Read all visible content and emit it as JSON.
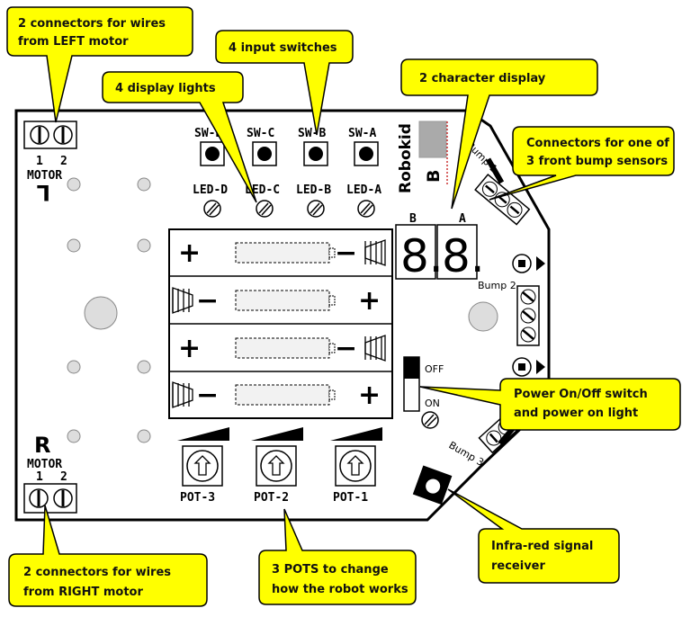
{
  "callouts": {
    "left_motor": [
      "2 connectors for wires",
      "from LEFT motor"
    ],
    "input_switches": [
      "4 input switches"
    ],
    "display_lights": [
      "4 display lights"
    ],
    "char_display": [
      "2 character display"
    ],
    "bump_connectors": [
      "Connectors for one of",
      "3 front bump sensors"
    ],
    "power_switch": [
      "Power On/Off switch",
      "and power on light"
    ],
    "ir_receiver": [
      "Infra-red signal",
      "receiver"
    ],
    "pots": [
      "3 POTS to change",
      "how the robot works"
    ],
    "right_motor": [
      "2 connectors for wires",
      "from RIGHT motor"
    ]
  },
  "board": {
    "brand": "Robokid",
    "left_motor": {
      "pins": [
        "1",
        "2"
      ],
      "label": "MOTOR",
      "letter": "L"
    },
    "right_motor": {
      "pins": [
        "1",
        "2"
      ],
      "label": "MOTOR",
      "letter": "R"
    },
    "switches": [
      "SW-D",
      "SW-C",
      "SW-B",
      "SW-A"
    ],
    "leds": [
      "LED-D",
      "LED-C",
      "LED-B",
      "LED-A"
    ],
    "display": {
      "digit_labels": [
        "B",
        "A"
      ],
      "digits": [
        "8.",
        "8."
      ],
      "side_letter": "B"
    },
    "bump_labels": [
      "Bump 1",
      "Bump 2",
      "Bump 3"
    ],
    "power": {
      "off": "OFF",
      "on": "ON"
    },
    "pots": [
      "POT-3",
      "POT-2",
      "POT-1"
    ],
    "battery_polarity": [
      {
        "left": "+",
        "right": "−"
      },
      {
        "left": "−",
        "right": "+"
      },
      {
        "left": "+",
        "right": "−"
      },
      {
        "left": "−",
        "right": "+"
      }
    ]
  }
}
